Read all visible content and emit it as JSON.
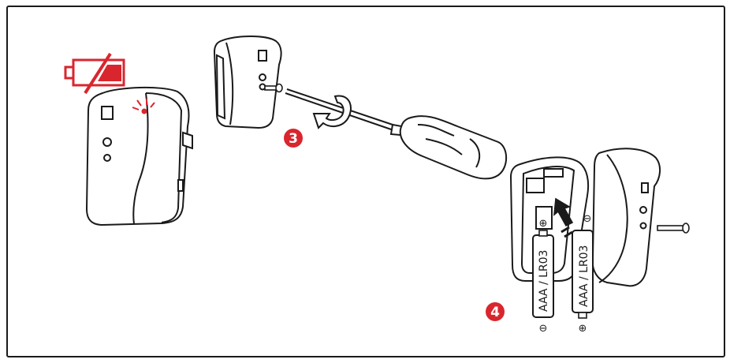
{
  "steps": [
    {
      "number": "3"
    },
    {
      "number": "4"
    }
  ],
  "batteries": [
    {
      "label": "AAA / LR03",
      "bottom_polarity": "⊖",
      "top_polarity": "⊕"
    },
    {
      "label": "AAA / LR03",
      "bottom_polarity": "⊕",
      "top_polarity": "⊖"
    }
  ],
  "colors": {
    "accent": "#d9262e",
    "line": "#1a1a1a",
    "frame": "#1a1a1a"
  },
  "icons": [
    "low-battery-icon",
    "led-blink-icon",
    "screwdriver",
    "rotate-arrow-icon",
    "insert-arrow-icon"
  ]
}
